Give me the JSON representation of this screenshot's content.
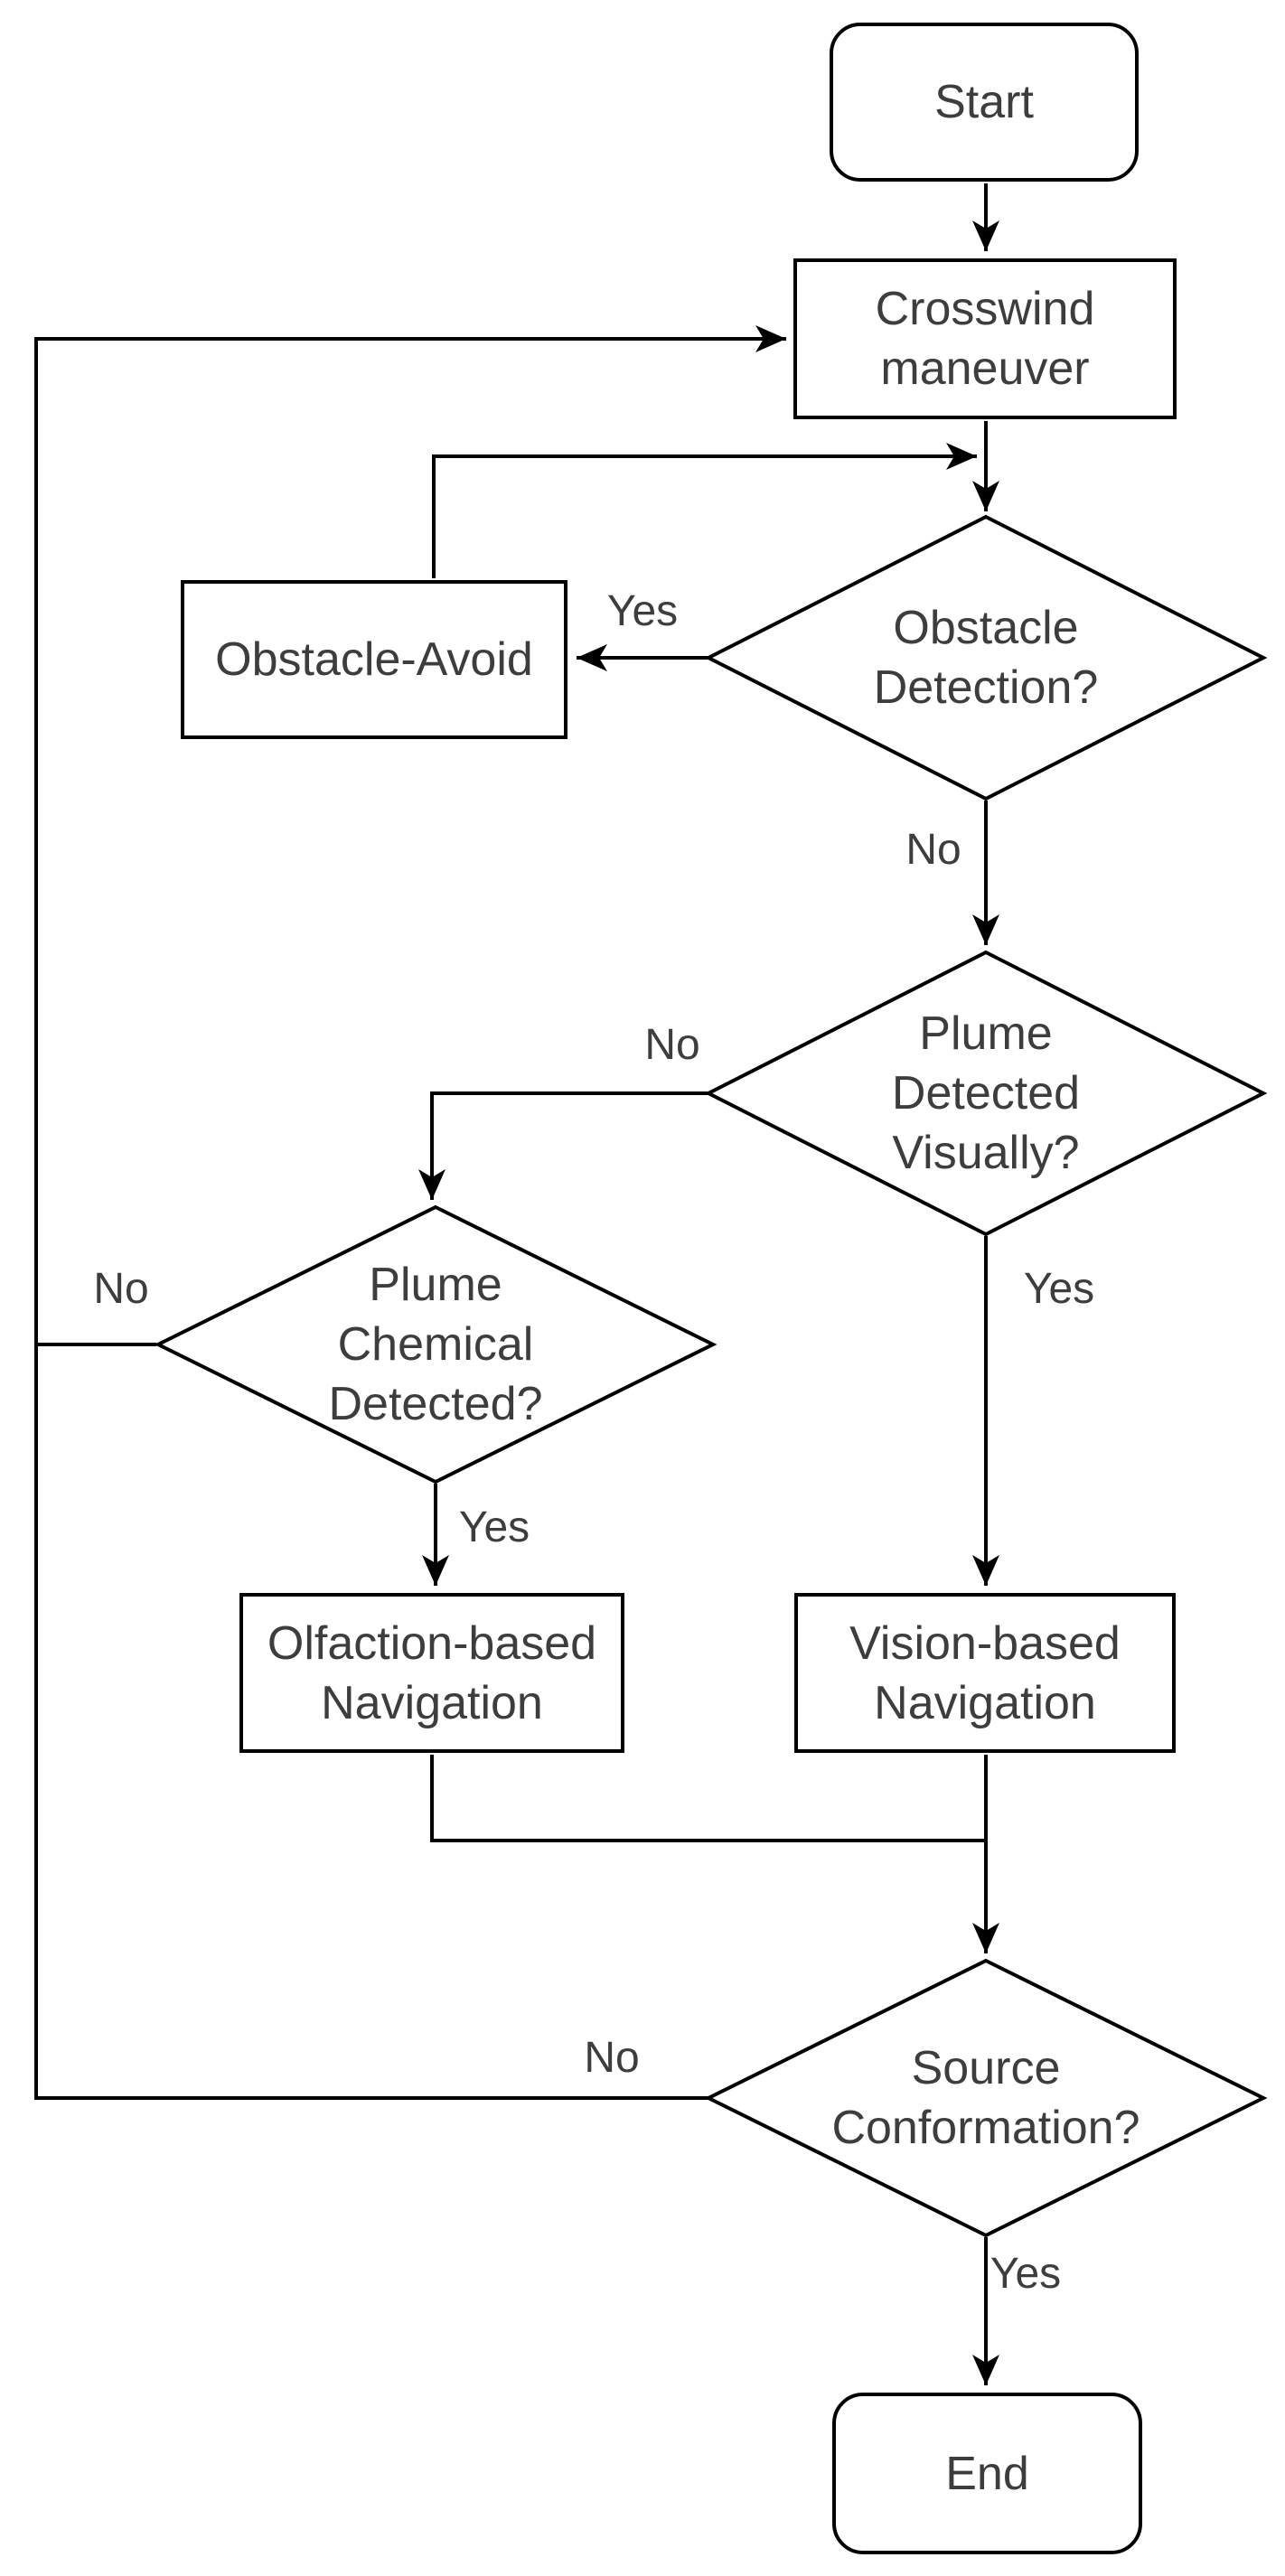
{
  "diagram": {
    "background": "#ffffff",
    "stroke_color": "#000000",
    "text_color": "#3d3d3d",
    "nodes": {
      "start": {
        "type": "terminator",
        "label": "Start"
      },
      "crosswind_maneuver": {
        "type": "process",
        "label": "Crosswind\nmaneuver"
      },
      "obstacle_detection": {
        "type": "decision",
        "label": "Obstacle\nDetection?"
      },
      "obstacle_avoid": {
        "type": "process",
        "label": "Obstacle-Avoid"
      },
      "plume_detected_visually": {
        "type": "decision",
        "label": "Plume\nDetected\nVisually?"
      },
      "plume_chemical_detected": {
        "type": "decision",
        "label": "Plume\nChemical\nDetected?"
      },
      "olfaction_based_navigation": {
        "type": "process",
        "label": "Olfaction-based\nNavigation"
      },
      "vision_based_navigation": {
        "type": "process",
        "label": "Vision-based\nNavigation"
      },
      "source_conformation": {
        "type": "decision",
        "label": "Source\nConformation?"
      },
      "end": {
        "type": "terminator",
        "label": "End"
      }
    },
    "edge_labels": {
      "obstacle_yes": "Yes",
      "obstacle_no": "No",
      "visual_no": "No",
      "visual_yes": "Yes",
      "chemical_no": "No",
      "chemical_yes": "Yes",
      "source_no": "No",
      "source_yes": "Yes"
    }
  }
}
